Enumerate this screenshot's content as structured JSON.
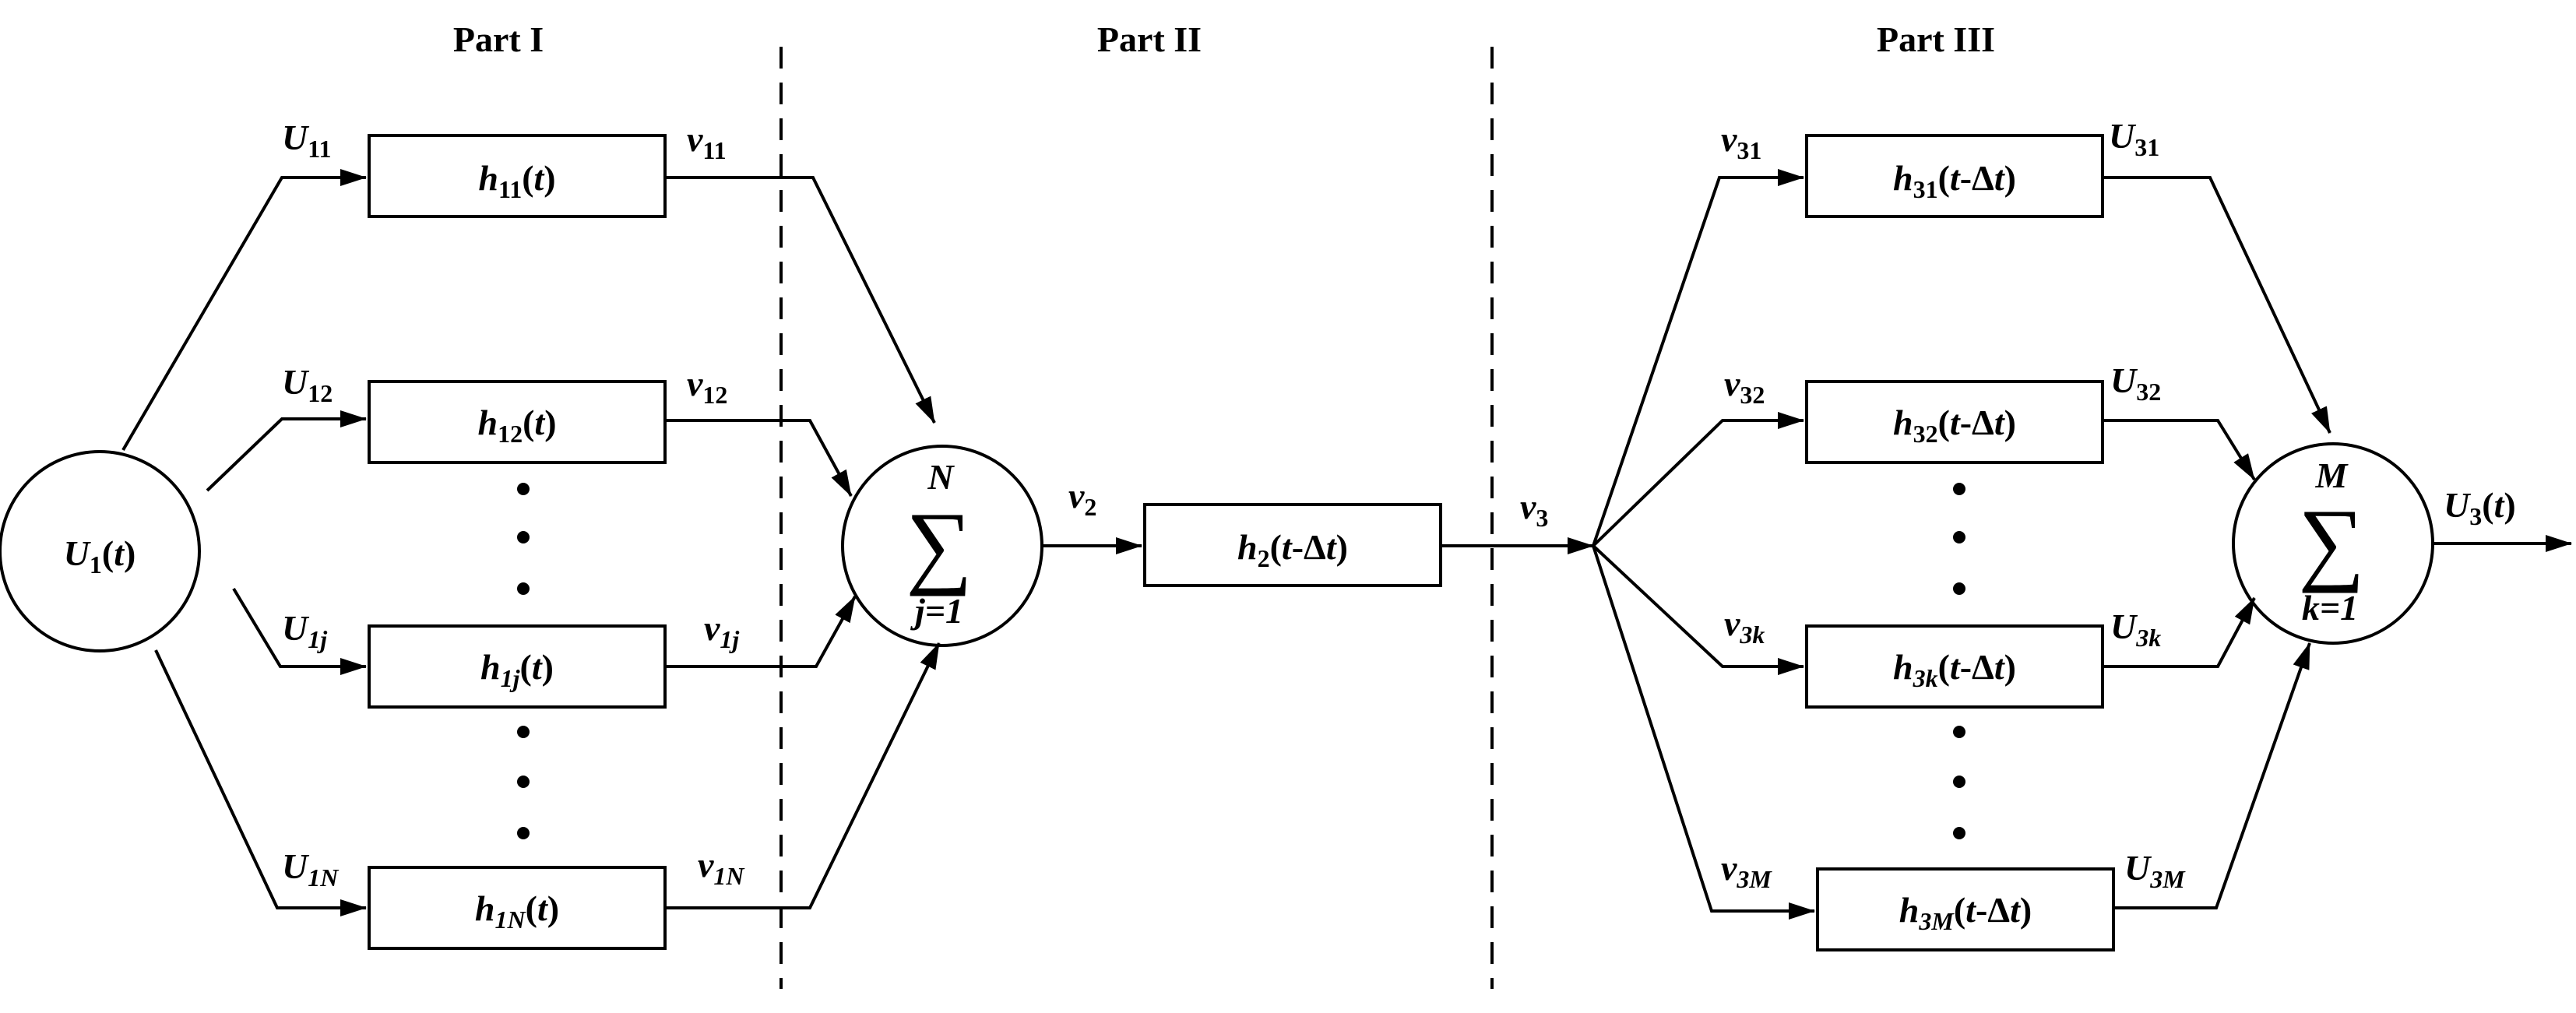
{
  "parts": {
    "part1": "Part I",
    "part2": "Part II",
    "part3": "Part III"
  },
  "input_node": {
    "sym": "U",
    "sub": "1",
    "arg": "(t)"
  },
  "part1_branches": [
    {
      "in_sym": "U",
      "in_sub": "11",
      "h_sym": "h",
      "h_sub": "11",
      "h_arg": "(t)",
      "out_sym": "v",
      "out_sub": "11"
    },
    {
      "in_sym": "U",
      "in_sub": "12",
      "h_sym": "h",
      "h_sub": "12",
      "h_arg": "(t)",
      "out_sym": "v",
      "out_sub": "12"
    },
    {
      "in_sym": "U",
      "in_sub": "1j",
      "h_sym": "h",
      "h_sub": "1j",
      "h_arg": "(t)",
      "out_sym": "v",
      "out_sub": "1j"
    },
    {
      "in_sym": "U",
      "in_sub": "1N",
      "h_sym": "h",
      "h_sub": "1N",
      "h_arg": "(t)",
      "out_sym": "v",
      "out_sub": "1N"
    }
  ],
  "sum1": {
    "sigma": "∑",
    "upper": "N",
    "lower": "j=1"
  },
  "middle": {
    "v2_sym": "v",
    "v2_sub": "2",
    "h_sym": "h",
    "h_sub": "2",
    "h_arg": "(t-Δt)",
    "v3_sym": "v",
    "v3_sub": "3"
  },
  "part3_branches": [
    {
      "in_sym": "v",
      "in_sub": "31",
      "h_sym": "h",
      "h_sub": "31",
      "h_arg": "(t-Δt)",
      "out_sym": "U",
      "out_sub": "31"
    },
    {
      "in_sym": "v",
      "in_sub": "32",
      "h_sym": "h",
      "h_sub": "32",
      "h_arg": "(t-Δt)",
      "out_sym": "U",
      "out_sub": "32"
    },
    {
      "in_sym": "v",
      "in_sub": "3k",
      "h_sym": "h",
      "h_sub": "3k",
      "h_arg": "(t-Δt)",
      "out_sym": "U",
      "out_sub": "3k"
    },
    {
      "in_sym": "v",
      "in_sub": "3M",
      "h_sym": "h",
      "h_sub": "3M",
      "h_arg": "(t-Δt)",
      "out_sym": "U",
      "out_sub": "3M"
    }
  ],
  "sum2": {
    "sigma": "∑",
    "upper": "M",
    "lower": "k=1"
  },
  "output": {
    "sym": "U",
    "sub": "3",
    "arg": "(t)"
  }
}
